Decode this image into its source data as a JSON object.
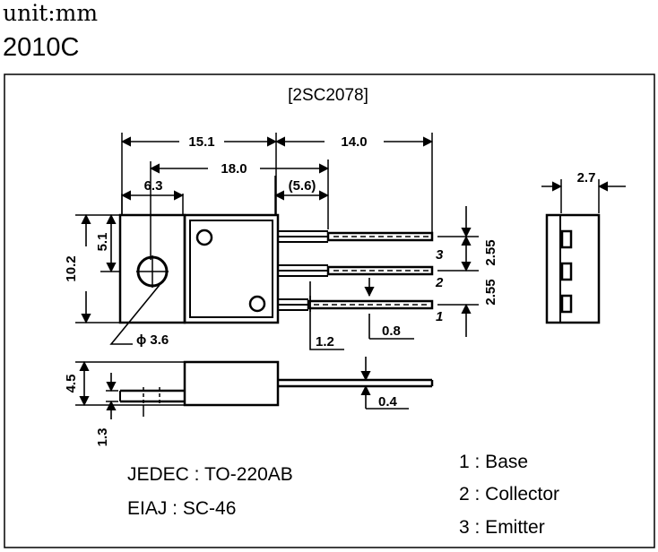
{
  "header": {
    "unit": "unit:mm",
    "package": "2010C"
  },
  "diagram": {
    "part_number": "[2SC2078]",
    "dimensions": {
      "d_15_1": "15.1",
      "d_14_0": "14.0",
      "d_18_0": "18.0",
      "d_6_3": "6.3",
      "d_5_6": "(5.6)",
      "d_10_2": "10.2",
      "d_5_1": "5.1",
      "d_phi_3_6": "ϕ 3.6",
      "d_1_2": "1.2",
      "d_0_8": "0.8",
      "d_2_55_top": "2.55",
      "d_2_55_bottom": "2.55",
      "d_2_7": "2.7",
      "d_4_5": "4.5",
      "d_1_3": "1.3",
      "d_0_4": "0.4"
    },
    "pin_numbers": [
      "3",
      "2",
      "1"
    ],
    "standards": {
      "jedec": "JEDEC : TO-220AB",
      "eiaj": "EIAJ : SC-46"
    },
    "pins": [
      "1 : Base",
      "2 : Collector",
      "3 : Emitter"
    ]
  }
}
